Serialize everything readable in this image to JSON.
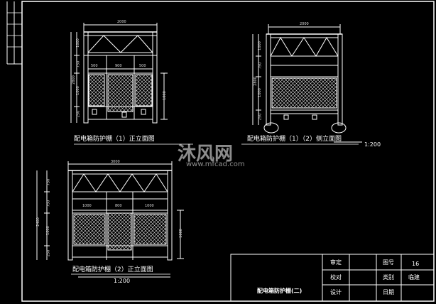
{
  "drawing": {
    "views": [
      {
        "id": "view1",
        "title": "配电箱防护棚（1）正立面图",
        "dims_top": "2000",
        "dims_left": [
          "1000",
          "750",
          "1000",
          "250"
        ],
        "dims_left_total": "2800",
        "dims_inner": [
          "500",
          "900",
          "500"
        ],
        "dims_right": "1000"
      },
      {
        "id": "view2",
        "title": "配电箱防护棚（1）（2）侧立面图",
        "dims_top": "2000",
        "dims_left": [
          "1000",
          "750",
          "1000",
          "250"
        ],
        "dims_left_total": "2800",
        "scale": "1:200"
      },
      {
        "id": "view3",
        "title": "配电箱防护棚（2）正立面图",
        "dims_top": "3000",
        "dims_left": [
          "750",
          "750",
          "1000",
          "250"
        ],
        "dims_left_total": "2400",
        "dims_inner": [
          "1000",
          "800",
          "1000"
        ],
        "dims_right": "1000",
        "scale": "1:200"
      }
    ],
    "title_block": {
      "drawing_name": "配电箱防护棚(二)",
      "labels": [
        "审定",
        "校对",
        "设计"
      ],
      "right_labels": [
        "图号",
        "类别",
        "日期"
      ],
      "drawing_number": "16",
      "category": "临建"
    },
    "watermark": {
      "brand": "沐风网",
      "url": "www.mfcad.com"
    }
  }
}
